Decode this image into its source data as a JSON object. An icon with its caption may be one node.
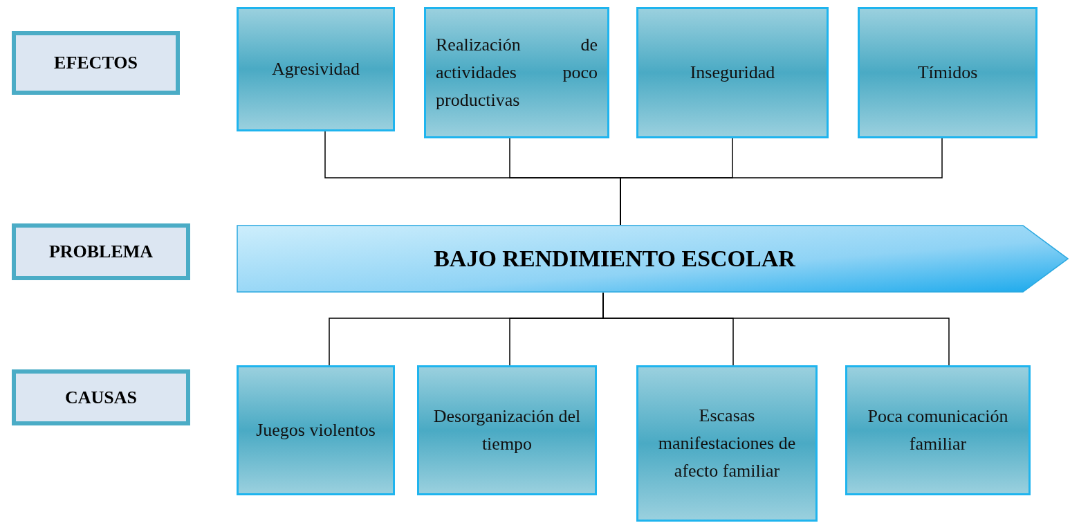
{
  "diagram": {
    "nodes": [
      {
        "text": [
          "EFECTOS"
        ]
      },
      {
        "text": [
          "PROBLEMA"
        ]
      },
      {
        "text": [
          "CAUSAS"
        ]
      },
      {
        "text": [
          "Agresividad"
        ]
      },
      {
        "text": [
          "Realización de actividades poco productivas"
        ]
      },
      {
        "text": [
          "Inseguridad"
        ]
      },
      {
        "text": [
          "Tímidos"
        ]
      },
      {
        "text": [
          "BAJO RENDIMIENTO ESCOLAR"
        ]
      },
      {
        "text": [
          "Juegos violentos"
        ]
      },
      {
        "text": [
          "Desorganización del tiempo"
        ]
      },
      {
        "text": [
          "Escasas manifestaciones de afecto familiar"
        ]
      },
      {
        "text": [
          "Poca comunicación familiar"
        ]
      }
    ],
    "edges": [
      {
        "from": 7,
        "to": 3,
        "arrow": "none"
      },
      {
        "from": 7,
        "to": 4,
        "arrow": "none"
      },
      {
        "from": 7,
        "to": 5,
        "arrow": "none"
      },
      {
        "from": 7,
        "to": 6,
        "arrow": "none"
      },
      {
        "from": 7,
        "to": 8,
        "arrow": "none"
      },
      {
        "from": 7,
        "to": 9,
        "arrow": "none"
      },
      {
        "from": 7,
        "to": 10,
        "arrow": "none"
      },
      {
        "from": 7,
        "to": 11,
        "arrow": "none"
      }
    ]
  }
}
